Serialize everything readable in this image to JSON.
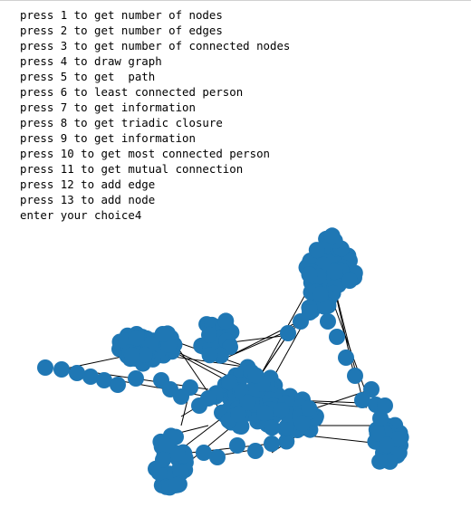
{
  "console": {
    "lines": [
      "press 1 to get number of nodes",
      "press 2 to get number of edges",
      "press 3 to get number of connected nodes",
      "press 4 to draw graph",
      "press 5 to get  path",
      "press 6 to least connected person",
      "press 7 to get information",
      "press 8 to get triadic closure",
      "press 9 to get information",
      "press 10 to get most connected person",
      "press 11 to get mutual connection",
      "press 12 to add edge",
      "press 13 to add node",
      "enter your choice4"
    ]
  },
  "graph": {
    "node_color": "#1f77b4",
    "edge_color": "#000000"
  }
}
